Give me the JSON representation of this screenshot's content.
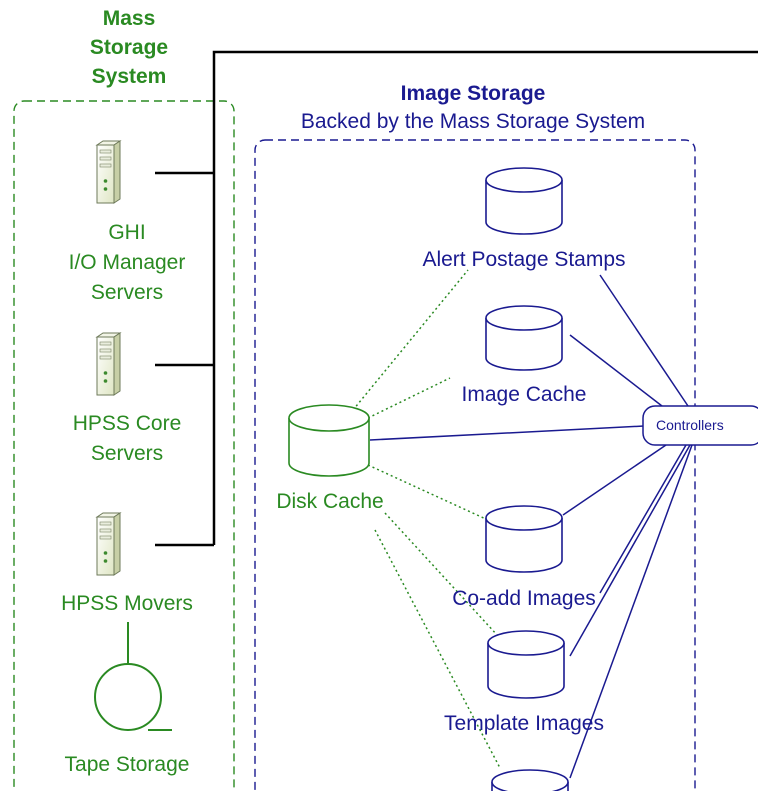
{
  "mass_storage": {
    "title": [
      "Mass",
      "Storage",
      "System"
    ],
    "ghi_label": [
      "GHI",
      "I/O Manager",
      "Servers"
    ],
    "hpss_core_label": [
      "HPSS Core",
      "Servers"
    ],
    "hpss_movers_label": "HPSS Movers",
    "tape_label": "Tape Storage"
  },
  "image_storage": {
    "title": "Image Storage",
    "subtitle": "Backed by the Mass Storage System",
    "alert_label": "Alert Postage Stamps",
    "image_cache_label": "Image Cache",
    "disk_cache_label": "Disk Cache",
    "coadd_label": "Co-add Images",
    "template_label": "Template Images",
    "controllers_label": "Controllers"
  },
  "colors": {
    "green": "#2a8a22",
    "navy": "#1a1a90",
    "black": "#000000"
  }
}
